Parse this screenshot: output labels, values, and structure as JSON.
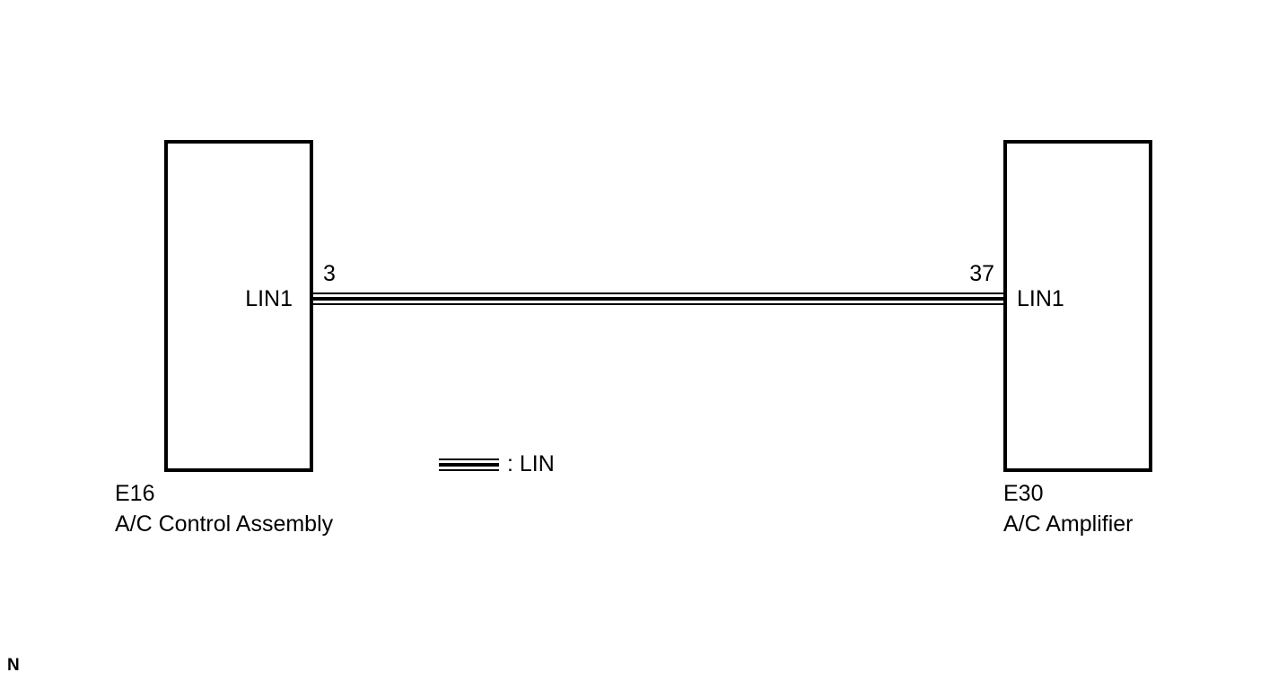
{
  "diagram": {
    "left_component": {
      "pin_label": "LIN1",
      "pin_number": "3",
      "connector_code": "E16",
      "name": "A/C Control Assembly"
    },
    "right_component": {
      "pin_label": "LIN1",
      "pin_number": "37",
      "connector_code": "E30",
      "name": "A/C Amplifier"
    },
    "legend": {
      "label": ": LIN"
    },
    "corner_mark": "N",
    "line_color": "#000000"
  }
}
